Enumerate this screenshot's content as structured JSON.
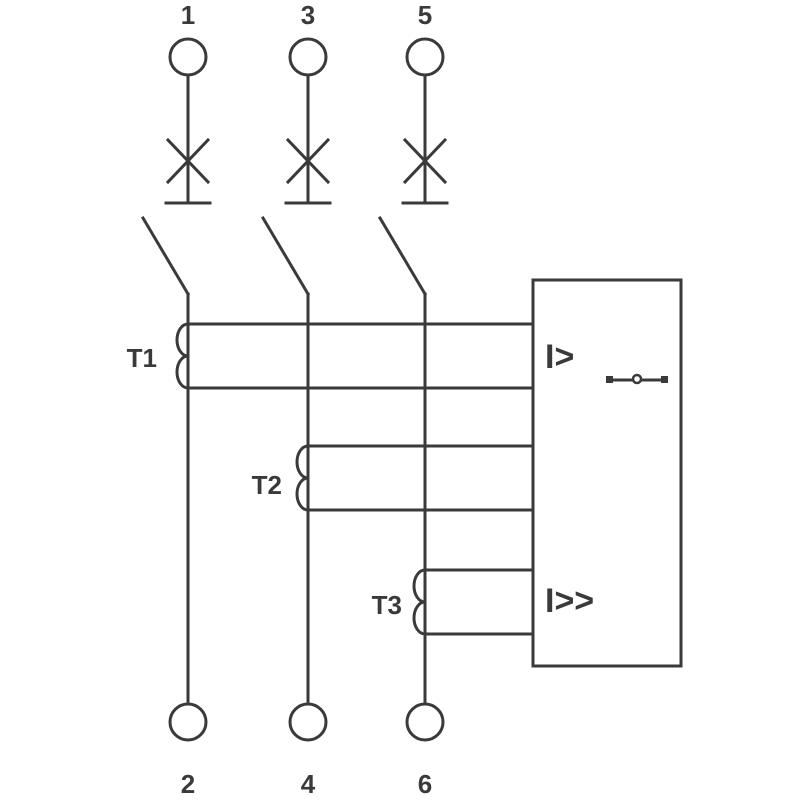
{
  "diagram": {
    "top_terminals": [
      "1",
      "3",
      "5"
    ],
    "bottom_terminals": [
      "2",
      "4",
      "6"
    ],
    "transformers": [
      "T1",
      "T2",
      "T3"
    ],
    "relay": {
      "overcurrent_label": "I>",
      "short_circuit_label": "I>>"
    },
    "colors": {
      "line": "#3a3a3a",
      "background": "#ffffff"
    }
  }
}
